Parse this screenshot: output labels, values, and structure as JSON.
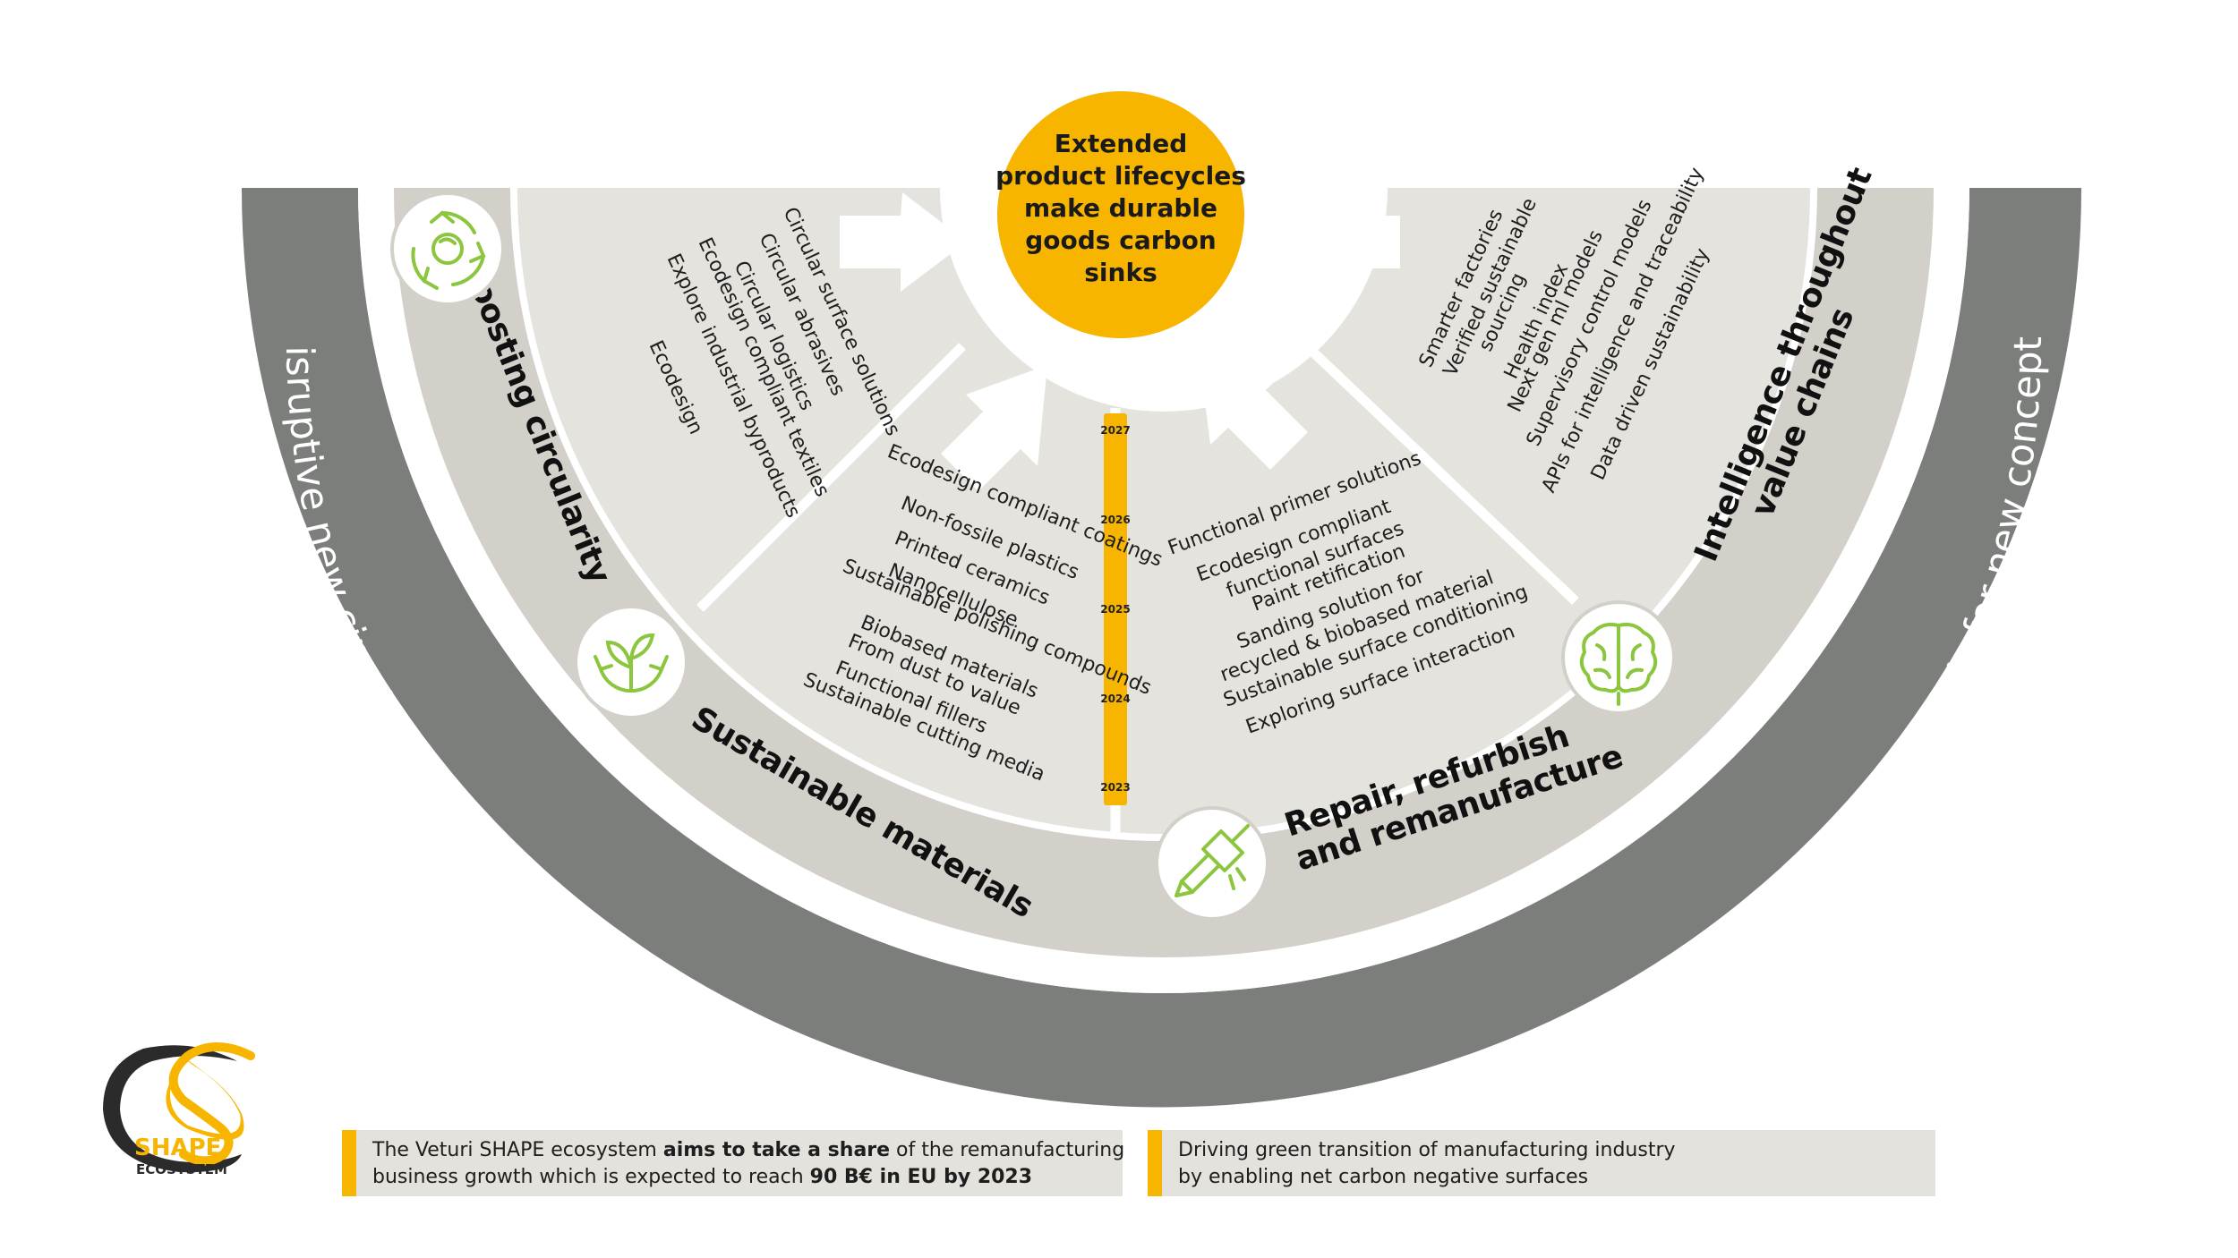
{
  "center": {
    "lines": [
      "Extended",
      "product lifecycles",
      "make durable",
      "goods carbon",
      "sinks"
    ]
  },
  "outer_ring": {
    "text": "Disruptive new circular business – Start-up Incubator – Surface Center of Excellence – Surface Value Lab – Piloting and testbeds for new concepts"
  },
  "categories": {
    "boosting_circularity": {
      "title": "Boosting circularity",
      "items": [
        "Circular surface solutions",
        "Circular abrasives",
        "Circular logistics",
        "Ecodesign compliant textiles",
        "Explore industrial byproducts",
        "Ecodesign"
      ]
    },
    "sustainable_materials": {
      "title": "Sustainable materials",
      "items": [
        "Ecodesign compliant coatings",
        "Non-fossile plastics",
        "Printed ceramics",
        "Nanocellulose",
        "Sustainable polishing compounds",
        "Biobased materials",
        "From dust to value",
        "Functional fillers",
        "Sustainable cutting media"
      ]
    },
    "repair": {
      "title_lines": [
        "Repair, refurbish",
        "and remanufacture"
      ],
      "items": [
        [
          "Functional primer solutions"
        ],
        [
          "Ecodesign compliant",
          "functional surfaces"
        ],
        [
          "Paint retification"
        ],
        [
          "Sanding solution for",
          "recycled & biobased material"
        ],
        [
          "Sustainable surface conditioning"
        ],
        [
          "Exploring surface interaction"
        ]
      ]
    },
    "intelligence": {
      "title_lines": [
        "Intelligence throughout",
        "value chains"
      ],
      "items": [
        [
          "Smarter factories"
        ],
        [
          "Verified sustainable",
          "sourcing"
        ],
        [
          "Health index"
        ],
        [
          "Next gen ml models"
        ],
        [
          "Supervisory control models"
        ],
        [
          "APIs for intelligence and traceability"
        ],
        [
          "Data driven sustainability"
        ]
      ]
    }
  },
  "timeline": {
    "years": [
      "2027",
      "2026",
      "2025",
      "2024",
      "2023"
    ]
  },
  "icons": [
    "recycle-icon",
    "sprout-icon",
    "paintbrush-icon",
    "brain-icon"
  ],
  "logo": {
    "line1": "SHAPE",
    "line2": "ECOSYSTEM"
  },
  "footer": {
    "left": {
      "line1_a": "The Veturi SHAPE ecosystem ",
      "line1_b": "aims to take a share",
      "line1_c": " of the remanufacturing",
      "line2_a": "business growth which is expected to reach ",
      "line2_b": "90 B€ in EU by 2023"
    },
    "right": {
      "line1": "Driving green transition of manufacturing industry",
      "line2": "by enabling net carbon negative surfaces"
    }
  },
  "colors": {
    "accent": "#f7b500",
    "outer_ring": "#7b7e7b",
    "category_ring": "#d3d0ca",
    "wedge": "#e5e3de",
    "separator": "#ffffff"
  }
}
